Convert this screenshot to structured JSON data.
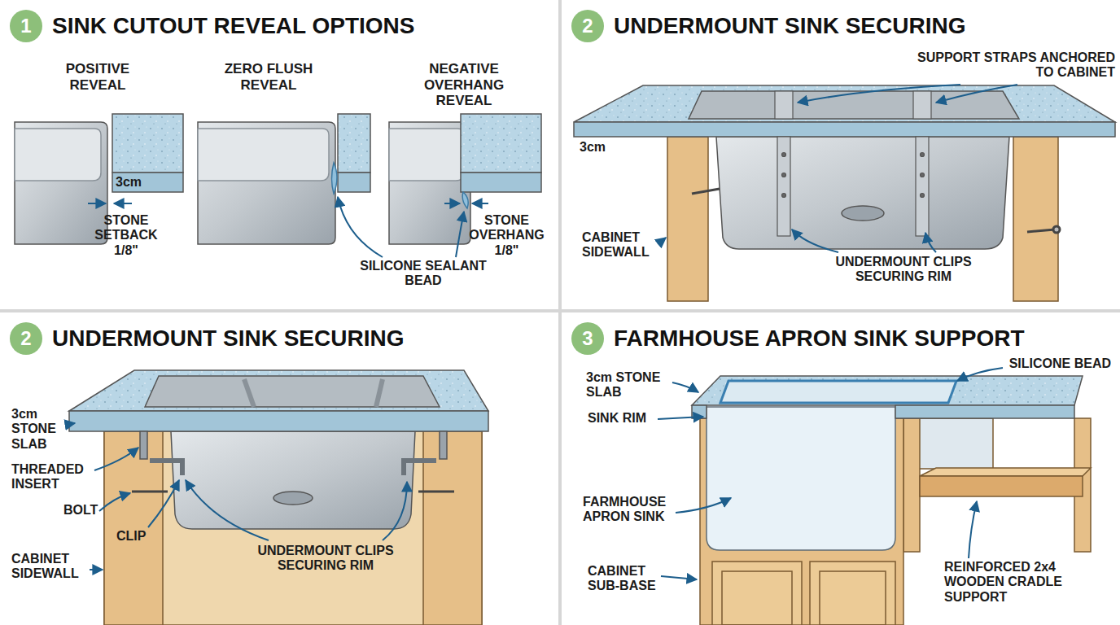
{
  "diagram": {
    "nodes": [
      {
        "text": [
          "SINK CUTOUT REVEAL OPTIONS"
        ]
      },
      {
        "text": [
          "1"
        ],
        "in": 0
      },
      {
        "text": [
          "UNDERMOUNT SINK SECURING"
        ]
      },
      {
        "text": [
          "2"
        ],
        "in": 2
      },
      {
        "text": [
          "UNDERMOUNT SINK SECURING"
        ]
      },
      {
        "text": [
          "2"
        ],
        "in": 4
      },
      {
        "text": [
          "FARMHOUSE APRON SINK SUPPORT"
        ]
      },
      {
        "text": [
          "3"
        ],
        "in": 6
      }
    ],
    "labels": [
      "POSITIVE REVEAL",
      "ZERO FLUSH REVEAL",
      "NEGATIVE OVERHANG REVEAL",
      "3cm",
      "STONE SETBACK 1/8\"",
      "SILICONE SEALANT BEAD",
      "STONE OVERHANG 1/8\"",
      "SUPPORT STRAPS ANCHORED TO CABINET",
      "3cm",
      "CABINET SIDEWALL",
      "UNDERMOUNT CLIPS SECURING RIM",
      "3cm STONE SLAB",
      "THREADED INSERT",
      "BOLT",
      "CLIP",
      "CABINET SIDEWALL",
      "UNDERMOUNT CLIPS SECURING RIM",
      "3cm STONE SLAB",
      "SILICONE BEAD",
      "SINK RIM",
      "FARMHOUSE APRON SINK",
      "CABINET SUB-BASE",
      "REINFORCED 2x4 WOODEN CRADLE SUPPORT"
    ]
  }
}
